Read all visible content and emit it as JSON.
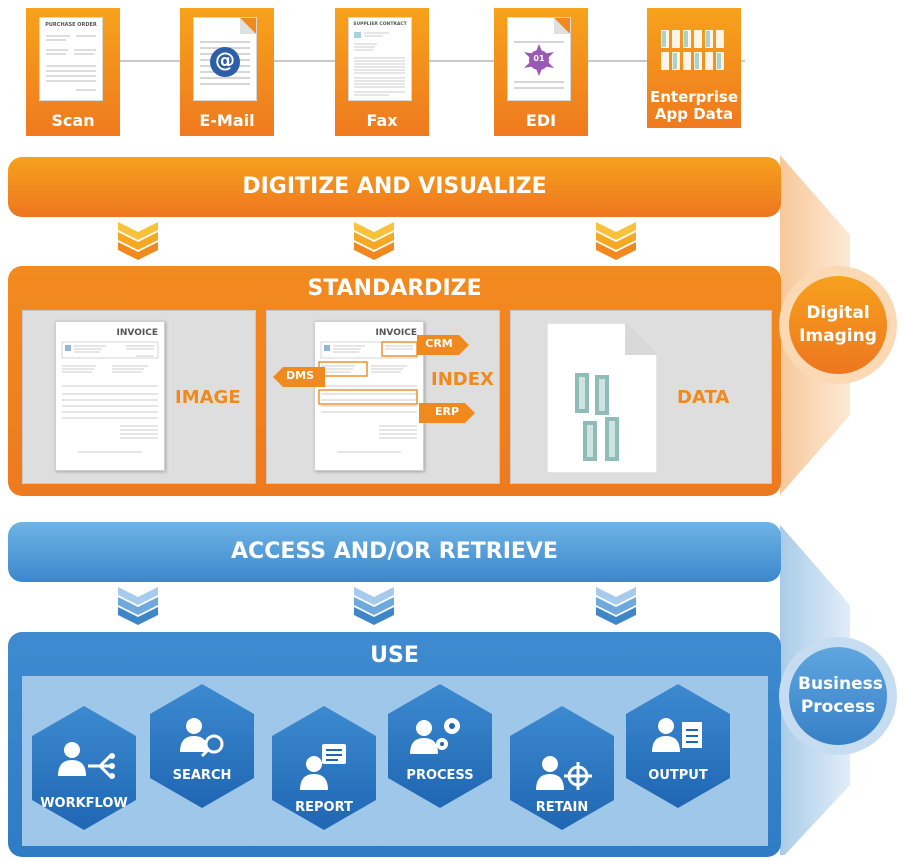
{
  "sources": [
    {
      "label": "Scan",
      "doc_title": "PURCHASE ORDER"
    },
    {
      "label": "E-Mail",
      "symbol": "@"
    },
    {
      "label": "Fax",
      "doc_title": "SUPPLIER CONTRACT"
    },
    {
      "label": "EDI",
      "symbol": "01"
    },
    {
      "label": "Enterprise App Data"
    }
  ],
  "digitize": {
    "title": "DIGITIZE AND VISUALIZE"
  },
  "standardize": {
    "title": "STANDARDIZE",
    "image_label": "IMAGE",
    "index_label": "INDEX",
    "data_label": "DATA",
    "invoice_title": "INVOICE",
    "tags": {
      "crm": "CRM",
      "dms": "DMS",
      "erp": "ERP"
    }
  },
  "access": {
    "title": "ACCESS AND/OR RETRIEVE"
  },
  "use": {
    "title": "USE",
    "items": [
      {
        "label": "WORKFLOW",
        "icon": "workflow-icon"
      },
      {
        "label": "SEARCH",
        "icon": "search-person-icon"
      },
      {
        "label": "REPORT",
        "icon": "report-icon"
      },
      {
        "label": "PROCESS",
        "icon": "process-gears-icon"
      },
      {
        "label": "RETAIN",
        "icon": "retain-target-icon"
      },
      {
        "label": "OUTPUT",
        "icon": "output-document-icon"
      }
    ]
  },
  "side": {
    "digital_imaging": "Digital Imaging",
    "business_process": "Business Process"
  },
  "colors": {
    "orange": "#f08a1e",
    "orange_light": "#f7a823",
    "blue": "#3f8bd0",
    "blue_light": "#70b4e6",
    "hex_blue": "#2b76c2"
  }
}
